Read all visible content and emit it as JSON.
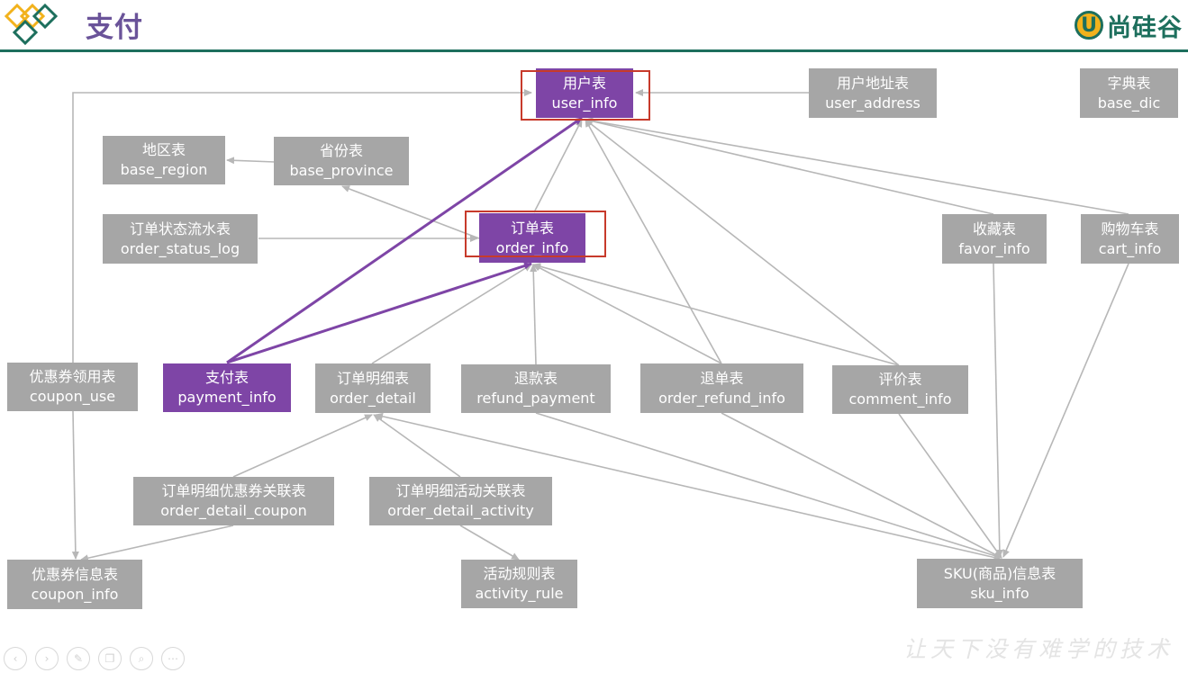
{
  "header": {
    "title": "支付",
    "brand_text": "尚硅谷",
    "brand_badge": "U",
    "accent_color": "#1d6f5d",
    "title_color": "#6a5399"
  },
  "nodes": {
    "user_info": {
      "cn": "用户表",
      "en": "user_info"
    },
    "user_address": {
      "cn": "用户地址表",
      "en": "user_address"
    },
    "base_dic": {
      "cn": "字典表",
      "en": "base_dic"
    },
    "base_region": {
      "cn": "地区表",
      "en": "base_region"
    },
    "base_province": {
      "cn": "省份表",
      "en": "base_province"
    },
    "order_status_log": {
      "cn": "订单状态流水表",
      "en": "order_status_log"
    },
    "order_info": {
      "cn": "订单表",
      "en": "order_info"
    },
    "favor_info": {
      "cn": "收藏表",
      "en": "favor_info"
    },
    "cart_info": {
      "cn": "购物车表",
      "en": "cart_info"
    },
    "coupon_use": {
      "cn": "优惠券领用表",
      "en": "coupon_use"
    },
    "payment_info": {
      "cn": "支付表",
      "en": "payment_info"
    },
    "order_detail": {
      "cn": "订单明细表",
      "en": "order_detail"
    },
    "refund_payment": {
      "cn": "退款表",
      "en": "refund_payment"
    },
    "order_refund_info": {
      "cn": "退单表",
      "en": "order_refund_info"
    },
    "comment_info": {
      "cn": "评价表",
      "en": "comment_info"
    },
    "order_detail_coupon": {
      "cn": "订单明细优惠券关联表",
      "en": "order_detail_coupon"
    },
    "order_detail_activity": {
      "cn": "订单明细活动关联表",
      "en": "order_detail_activity"
    },
    "coupon_info": {
      "cn": "优惠券信息表",
      "en": "coupon_info"
    },
    "activity_rule": {
      "cn": "活动规则表",
      "en": "activity_rule"
    },
    "sku_info": {
      "cn": "SKU(商品)信息表",
      "en": "sku_info"
    }
  },
  "colors": {
    "node_gray": "#a6a6a6",
    "node_purple": "#7e45a6",
    "edge_gray": "#b7b7b7",
    "edge_purple": "#7e45a6",
    "highlight_red": "#c73a2b"
  },
  "footer": {
    "watermark": "让天下没有难学的技术",
    "toolbar_icons": [
      "prev-icon",
      "next-icon",
      "pen-icon",
      "copy-icon",
      "zoom-icon",
      "more-icon"
    ]
  }
}
